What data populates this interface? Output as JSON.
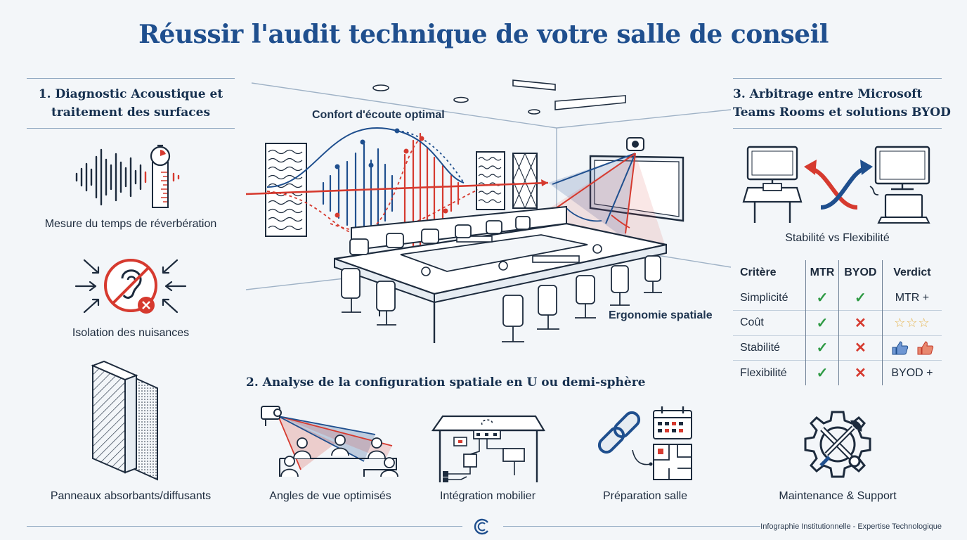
{
  "title": "Réussir l'audit technique de votre salle de conseil",
  "section1": {
    "heading_line1": "1. Diagnostic Acoustique et",
    "heading_line2": "traitement des surfaces",
    "items": [
      {
        "label": "Mesure du temps de réverbération",
        "icon": "sound-wave-timer-icon"
      },
      {
        "label": "Isolation des nuisances",
        "icon": "ear-blocked-icon"
      },
      {
        "label": "Panneaux absorbants/diffusants",
        "icon": "acoustic-panels-icon"
      }
    ]
  },
  "center": {
    "label_confort": "Confort d'écoute optimal",
    "label_ergonomie": "Ergonomie spatiale"
  },
  "section2": {
    "heading": "2. Analyse de la configuration spatiale en U ou demi-sphère",
    "items": [
      {
        "label": "Angles de vue optimisés",
        "icon": "camera-angles-icon"
      },
      {
        "label": "Intégration mobilier",
        "icon": "furniture-integration-icon"
      },
      {
        "label": "Préparation salle",
        "icon": "room-preparation-icon"
      },
      {
        "label": "Maintenance & Support",
        "icon": "maintenance-gear-icon"
      }
    ]
  },
  "section3": {
    "heading_line1": "3. Arbitrage entre Microsoft",
    "heading_line2": "Teams Rooms et solutions BYOD",
    "caption": "Stabilité vs Flexibilité",
    "table": {
      "headers": [
        "Critère",
        "MTR",
        "BYOD",
        "Verdict"
      ],
      "rows": [
        {
          "critere": "Simplicité",
          "mtr": "check",
          "byod": "check",
          "verdict": "MTR +"
        },
        {
          "critere": "Coût",
          "mtr": "check",
          "byod": "cross",
          "verdict": "stars"
        },
        {
          "critere": "Stabilité",
          "mtr": "check",
          "byod": "cross",
          "verdict": "thumbs"
        },
        {
          "critere": "Flexibilité",
          "mtr": "check",
          "byod": "cross",
          "verdict": "BYOD +"
        }
      ]
    }
  },
  "footer": "Infographie Institutionnelle - Expertise Technologique",
  "colors": {
    "navy": "#1f4f8e",
    "red": "#d63a2f",
    "green": "#2e9a44",
    "gold": "#e5b24a"
  }
}
